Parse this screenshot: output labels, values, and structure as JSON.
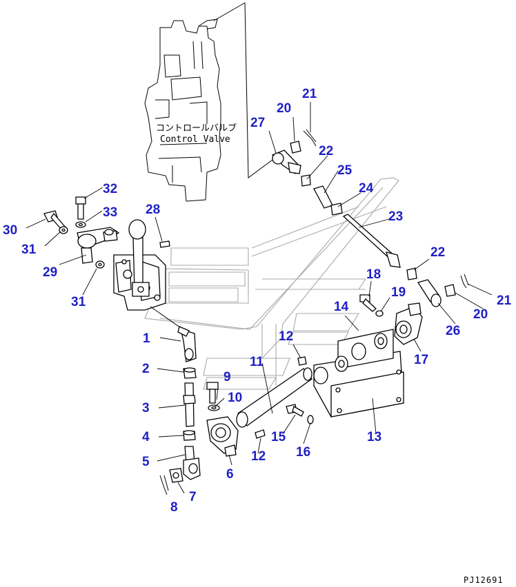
{
  "valve_label_jp": "コントロールバルブ",
  "valve_label_en": "Control Valve",
  "drawing_number": "PJ12691",
  "callouts": [
    {
      "id": "c1",
      "text": "1"
    },
    {
      "id": "c2",
      "text": "2"
    },
    {
      "id": "c3",
      "text": "3"
    },
    {
      "id": "c4",
      "text": "4"
    },
    {
      "id": "c5",
      "text": "5"
    },
    {
      "id": "c6",
      "text": "6"
    },
    {
      "id": "c7",
      "text": "7"
    },
    {
      "id": "c8",
      "text": "8"
    },
    {
      "id": "c9",
      "text": "9"
    },
    {
      "id": "c10",
      "text": "10"
    },
    {
      "id": "c11",
      "text": "11"
    },
    {
      "id": "c12a",
      "text": "12"
    },
    {
      "id": "c12b",
      "text": "12"
    },
    {
      "id": "c13",
      "text": "13"
    },
    {
      "id": "c14",
      "text": "14"
    },
    {
      "id": "c15",
      "text": "15"
    },
    {
      "id": "c16",
      "text": "16"
    },
    {
      "id": "c17",
      "text": "17"
    },
    {
      "id": "c18",
      "text": "18"
    },
    {
      "id": "c19",
      "text": "19"
    },
    {
      "id": "c20a",
      "text": "20"
    },
    {
      "id": "c20b",
      "text": "20"
    },
    {
      "id": "c21a",
      "text": "21"
    },
    {
      "id": "c21b",
      "text": "21"
    },
    {
      "id": "c22a",
      "text": "22"
    },
    {
      "id": "c22b",
      "text": "22"
    },
    {
      "id": "c23",
      "text": "23"
    },
    {
      "id": "c24",
      "text": "24"
    },
    {
      "id": "c25",
      "text": "25"
    },
    {
      "id": "c26",
      "text": "26"
    },
    {
      "id": "c27",
      "text": "27"
    },
    {
      "id": "c28",
      "text": "28"
    },
    {
      "id": "c29",
      "text": "29"
    },
    {
      "id": "c30",
      "text": "30"
    },
    {
      "id": "c31a",
      "text": "31"
    },
    {
      "id": "c31b",
      "text": "31"
    },
    {
      "id": "c32",
      "text": "32"
    },
    {
      "id": "c33",
      "text": "33"
    }
  ]
}
